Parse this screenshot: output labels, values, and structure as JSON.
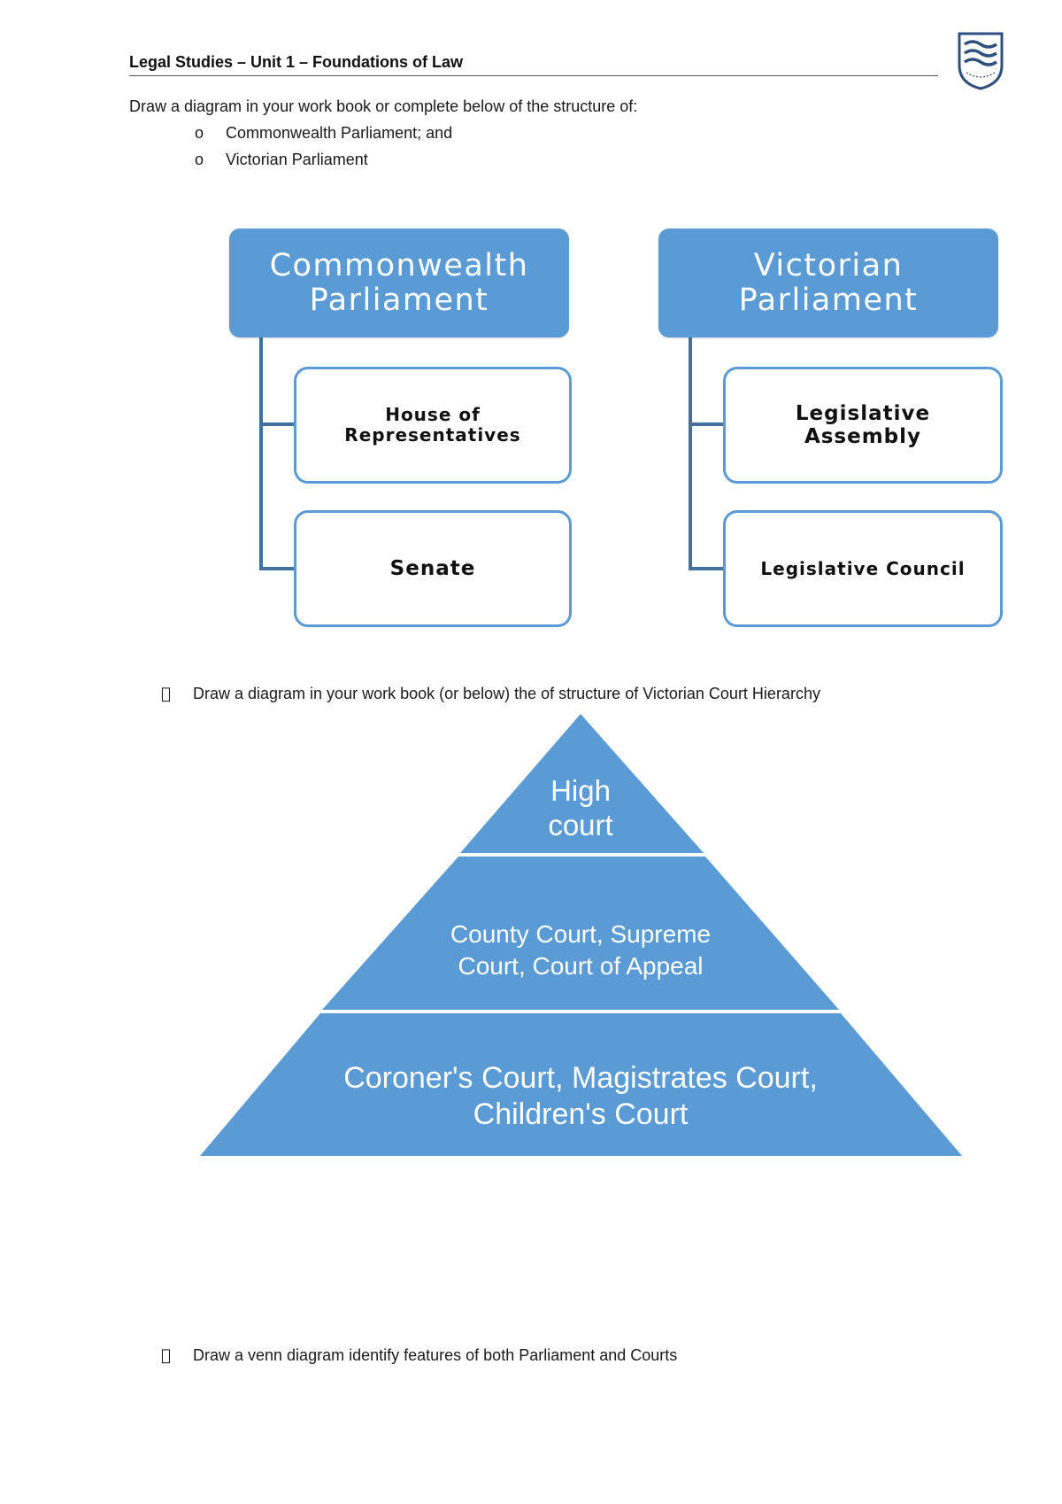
{
  "header": {
    "title": "Legal Studies – Unit 1 – Foundations of Law",
    "logo_icon": "school-crest-icon"
  },
  "intro": {
    "text": "Draw a diagram in your work book or complete below of the structure of:",
    "sub_bullet_symbol": "o",
    "items": [
      "Commonwealth Parliament; and",
      "Victorian Parliament"
    ]
  },
  "parliament_charts": {
    "commonwealth": {
      "title_line1": "Commonwealth",
      "title_line2": "Parliament",
      "children": [
        {
          "line1": "House of",
          "line2": "Representatives"
        },
        {
          "line1": "Senate"
        }
      ]
    },
    "victorian": {
      "title_line1": "Victorian",
      "title_line2": "Parliament",
      "children": [
        {
          "line1": "Legislative",
          "line2": "Assembly"
        },
        {
          "line1": "Legislative Council"
        }
      ]
    }
  },
  "bullets": {
    "symbol": "",
    "court_task": "Draw a diagram in your work book (or below) the of structure of Victorian Court Hierarchy",
    "venn_task": "Draw a venn diagram identify features of both Parliament and Courts"
  },
  "court_pyramid": {
    "tier1": {
      "line1": "High",
      "line2": "court"
    },
    "tier2": {
      "line1": "County Court, Supreme",
      "line2": "Court, Court of Appeal"
    },
    "tier3": {
      "line1": "Coroner's Court, Magistrates Court,",
      "line2": "Children's Court"
    }
  },
  "colors": {
    "accent": "#5b9bd5",
    "connector": "#41719c",
    "text": "#111111"
  }
}
